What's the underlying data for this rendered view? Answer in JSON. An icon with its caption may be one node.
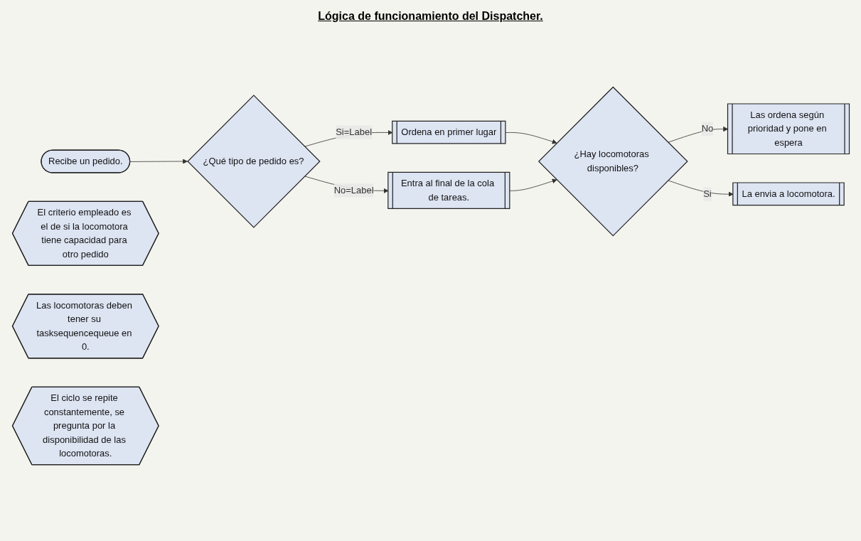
{
  "diagram": {
    "title": "Lógica de funcionamiento del Dispatcher.",
    "nodes": [
      {
        "text": [
          "Recibe un pedido."
        ]
      },
      {
        "text": [
          "¿Qué tipo de pedido es?"
        ]
      },
      {
        "text": [
          "Ordena en primer lugar"
        ]
      },
      {
        "text": [
          "Entra al final de la cola de tareas."
        ]
      },
      {
        "text": [
          "¿Hay locomotoras disponibles?"
        ]
      },
      {
        "text": [
          "Las ordena según prioridad y pone en espera"
        ]
      },
      {
        "text": [
          "El criterio empleado es el de si la locomotora tiene capacidad para otro pedido"
        ]
      },
      {
        "text": [
          "La envia a locomotora."
        ]
      },
      {
        "text": [
          "Las locomotoras deben tener su tasksequencequeue en 0."
        ]
      },
      {
        "text": [
          "El ciclo se repite constantemente, se pregunta por la disponibilidad de las locomotoras."
        ]
      }
    ],
    "edges": [
      {
        "from": 0,
        "to": 1,
        "arrow": "to"
      },
      {
        "from": 1,
        "to": 2,
        "arrow": "to",
        "label": "Si=Label"
      },
      {
        "from": 1,
        "to": 3,
        "arrow": "to",
        "label": "No=Label"
      },
      {
        "from": 2,
        "to": 4,
        "arrow": "to"
      },
      {
        "from": 3,
        "to": 4,
        "arrow": "to"
      },
      {
        "from": 4,
        "to": 5,
        "arrow": "to",
        "label": "No"
      },
      {
        "from": 4,
        "to": 7,
        "arrow": "to",
        "label": "Si"
      }
    ]
  }
}
